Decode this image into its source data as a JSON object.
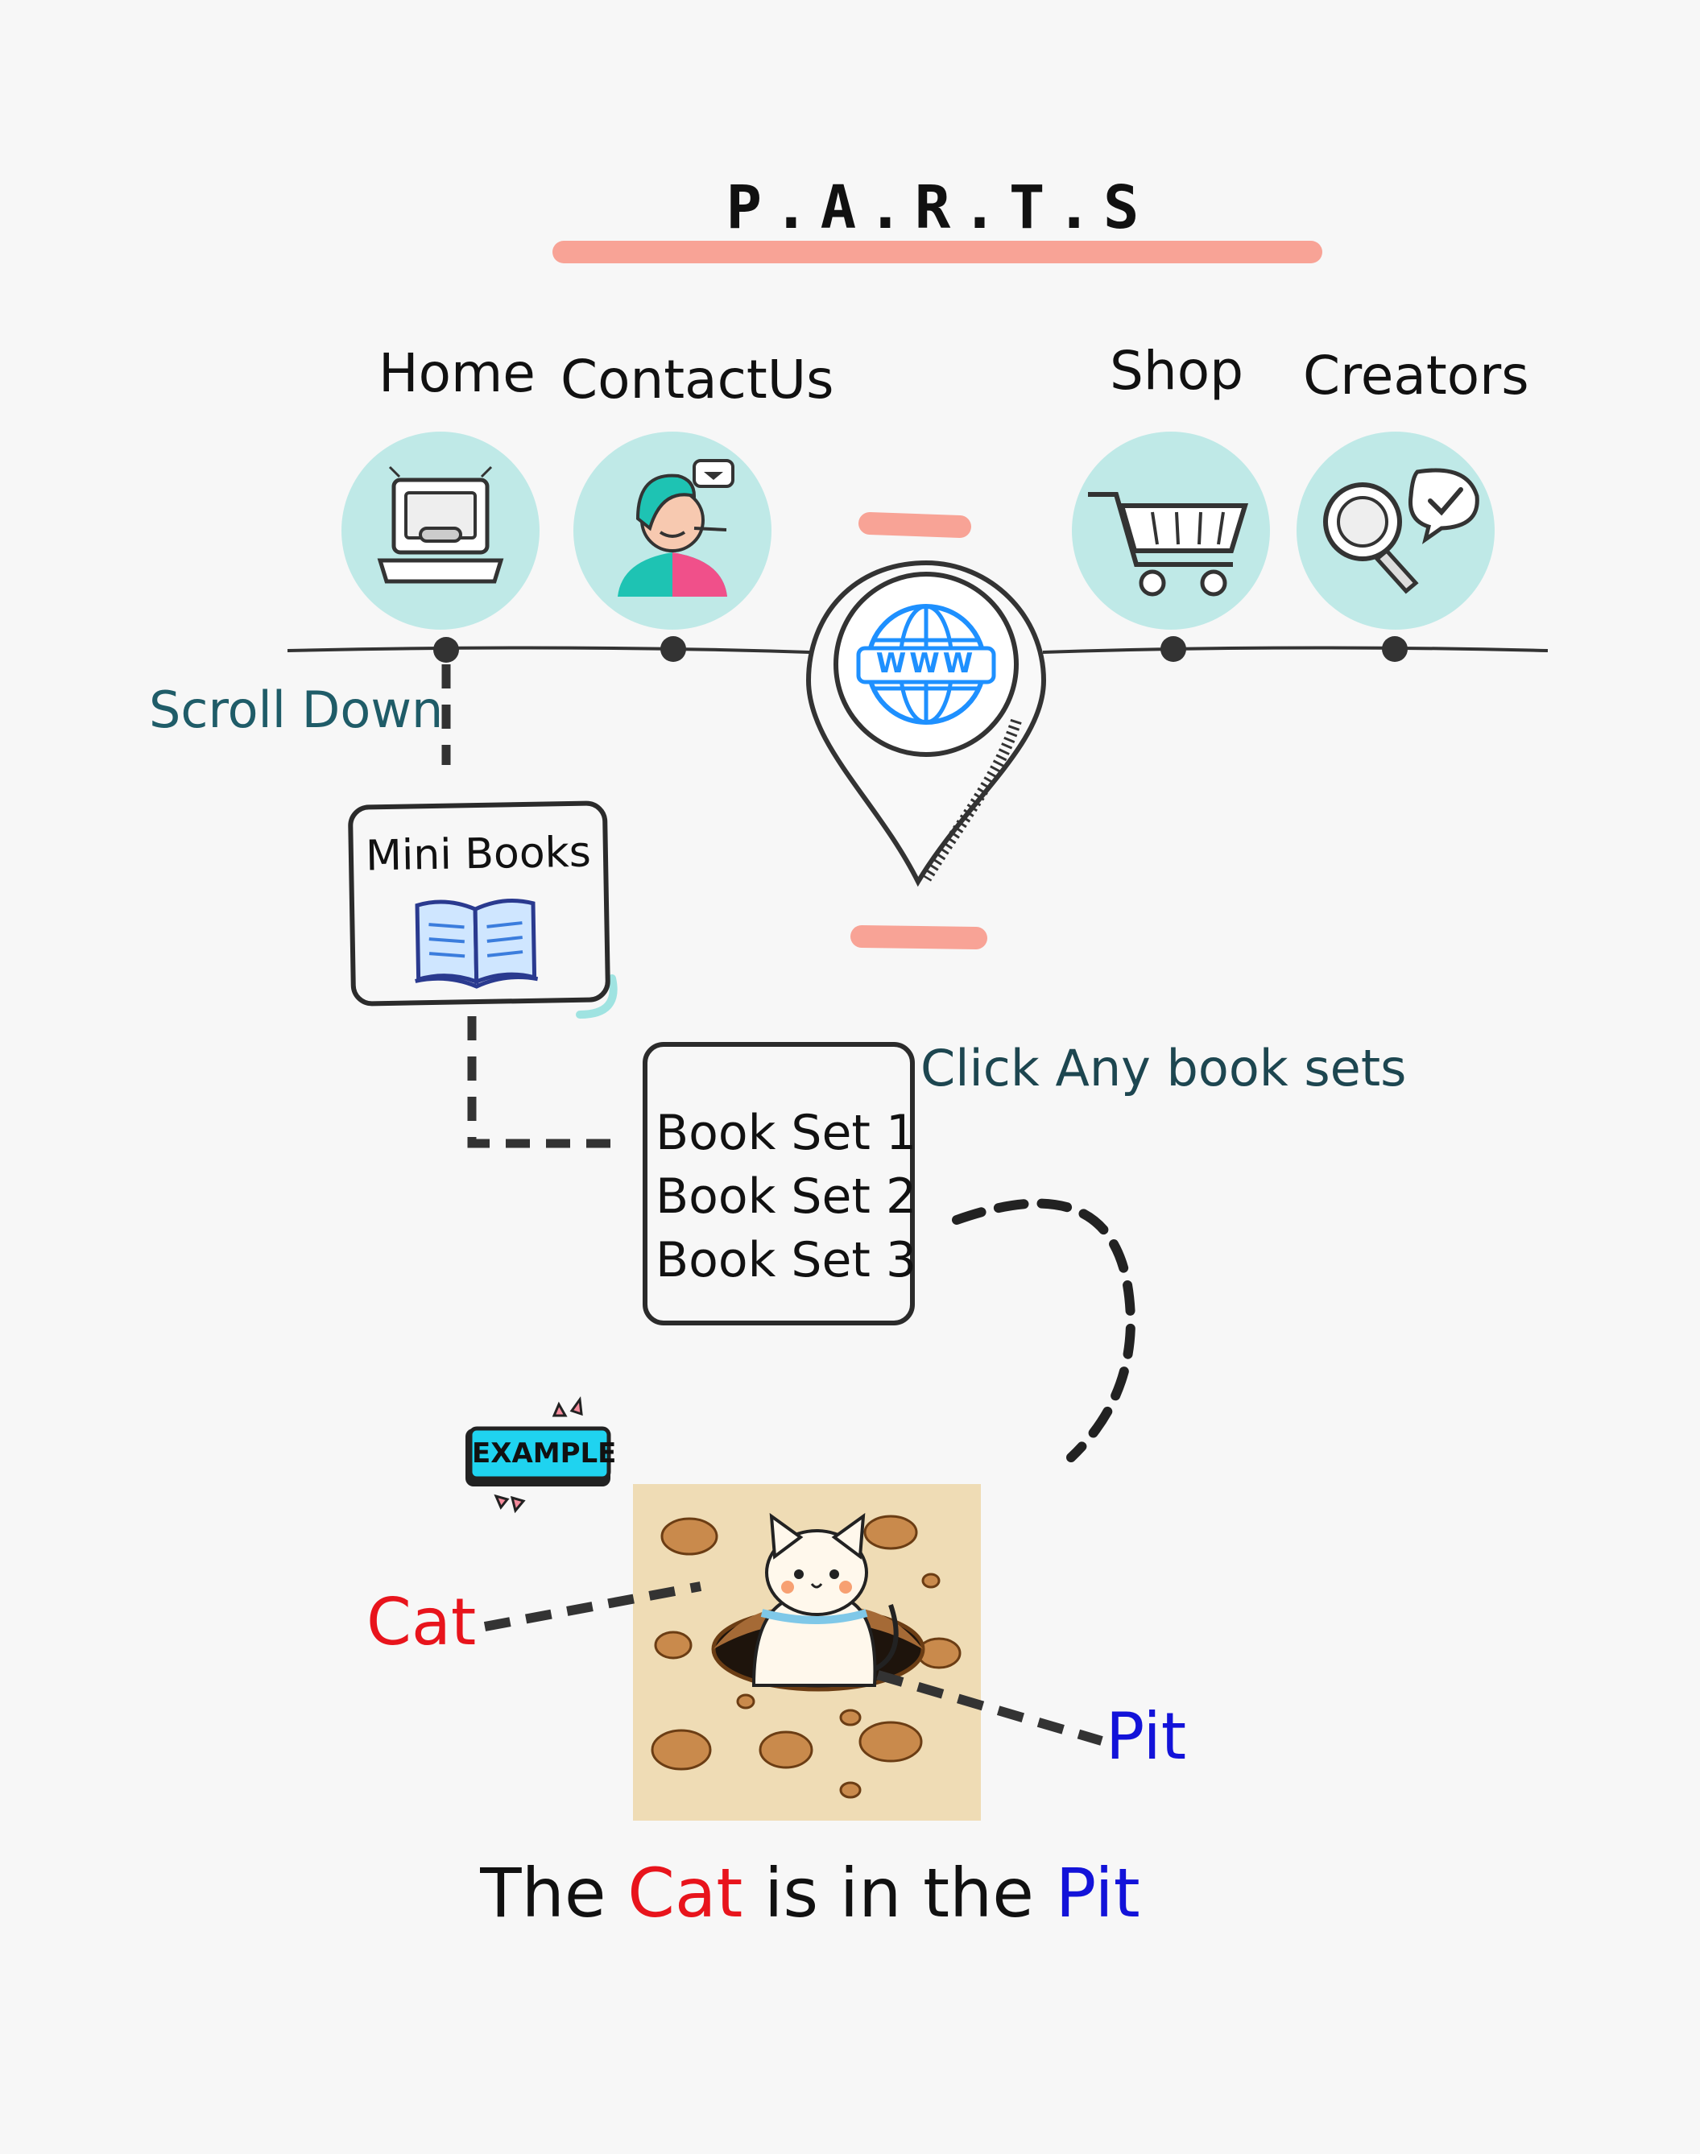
{
  "title": "P.A.R.T.S",
  "nav": {
    "home": "Home",
    "contact": "ContactUs",
    "shop": "Shop",
    "creators": "Creators"
  },
  "website_badge": "WWW",
  "scroll_down": "Scroll Down",
  "mini_books": "Mini Books",
  "book_sets": [
    "Book Set 1",
    "Book Set 2",
    "Book Set 3"
  ],
  "click_hint": "Click Any book sets",
  "example_badge": "EXAMPLE",
  "example": {
    "cat_label": "Cat",
    "pit_label": "Pit",
    "sentence": {
      "part1": "The ",
      "cat": "Cat",
      "part2": " is in the ",
      "pit": "Pit"
    }
  },
  "colors": {
    "accent_salmon": "#f8a396",
    "circle_teal": "#bfe9e7",
    "cat_red": "#e8141c",
    "pit_blue": "#1313d9",
    "hint_teal": "#1f5c68"
  }
}
